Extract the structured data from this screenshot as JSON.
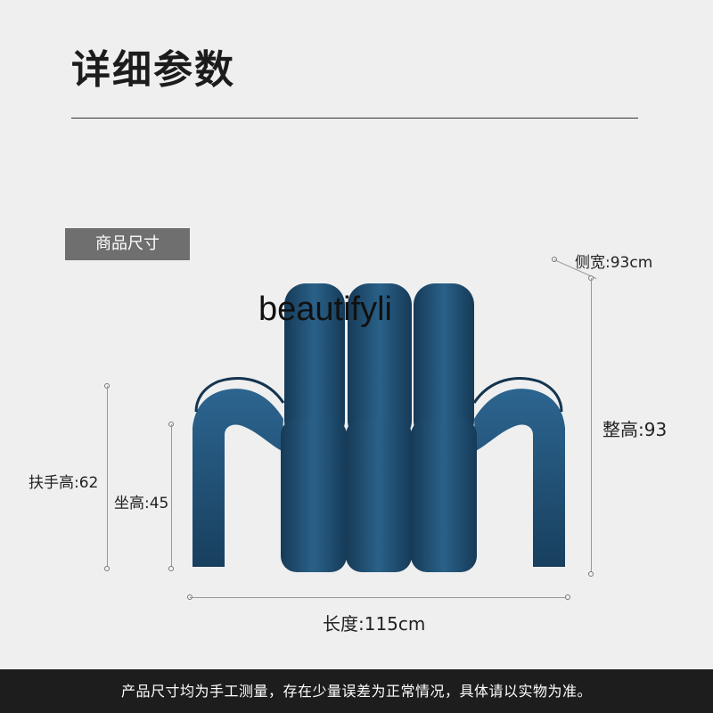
{
  "header": {
    "title": "详细参数"
  },
  "tag": {
    "label": "商品尺寸"
  },
  "watermark": {
    "text": "beautifyli"
  },
  "dimensions": {
    "side_width": "侧宽:93cm",
    "total_height": "整高:93",
    "armrest_height": "扶手高:62",
    "seat_height": "坐高:45",
    "length": "长度:115cm"
  },
  "colors": {
    "chair": "#1f4e72",
    "chair_dark": "#163a57",
    "chair_light": "#2c6590"
  },
  "footer": {
    "note": "产品尺寸均为手工测量，存在少量误差为正常情况，具体请以实物为准。"
  }
}
